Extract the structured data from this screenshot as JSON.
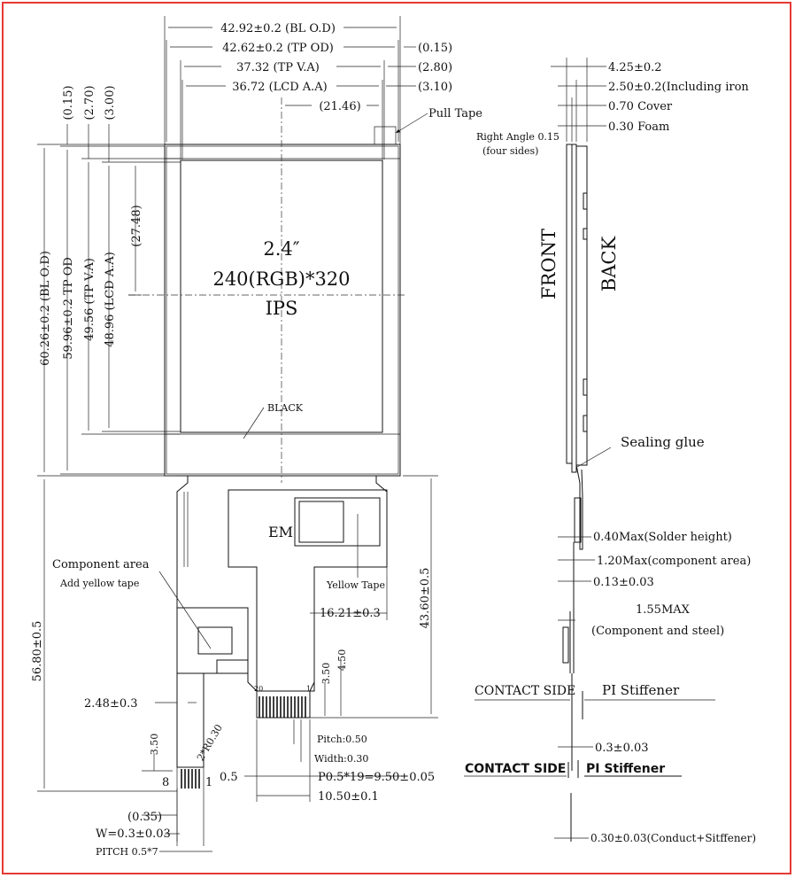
{
  "front_view": {
    "dims_top": [
      "42.92±0.2 (BL O.D)",
      "42.62±0.2 (TP OD)",
      "37.32 (TP V.A)",
      "36.72 (LCD A.A)",
      "(21.46)"
    ],
    "dims_top_right": [
      "(0.15)",
      "(2.80)",
      "(3.10)"
    ],
    "dims_left_top": [
      "(0.15)",
      "(2.70)",
      "(3.00)"
    ],
    "dims_left": [
      "60.26±0.2 (BL O.D)",
      "59.96±0.2 TP OD",
      "49.56 (TP V.A)",
      "48.96 (LCD A.A)",
      "(27.48)"
    ],
    "pull_tape": "Pull Tape",
    "size": "2.4″",
    "resolution": "240(RGB)*320",
    "panel_type": "IPS",
    "black": "BLACK"
  },
  "fpc": {
    "component_area": "Component area",
    "add_tape": "Add yellow tape",
    "em": "EM",
    "yellow_tape": "Yellow Tape",
    "dim_1621": "16.21±0.3",
    "dim_4360": "43.60±0.5",
    "dim_5680": "56.80±0.5",
    "dim_248": "2.48±0.3",
    "dim_350": "3.50",
    "dim_450": "4.50",
    "dim_350b": "3.50",
    "radius": "2*R0.30",
    "pitch": "Pitch:0.50",
    "width": "Width:0.30",
    "p05": "0.5",
    "p19": "P0.5*19=9.50±0.05",
    "w1050": "10.50±0.1",
    "pin20": "20",
    "pin1": "1",
    "pin1b": "1",
    "pin8": "8",
    "d035": "(0.35)",
    "w03": "W=0.3±0.03",
    "pitch57": "PITCH 0.5*7"
  },
  "side_view": {
    "t425": "4.25±0.2",
    "t250": "2.50±0.2(Including iron",
    "cover": "0.70 Cover",
    "foam": "0.30 Foam",
    "right_angle": "Right Angle 0.15",
    "four_sides": "(four sides)",
    "front": "FRONT",
    "back": "BACK",
    "sealing": "Sealing glue",
    "solder": "0.40Max(Solder height)",
    "comp": "1.20Max(component area)",
    "t013": "0.13±0.03",
    "t155": "1.55MAX",
    "steel": "(Component and steel)",
    "contact1": "CONTACT SIDE",
    "stiff1": "PI Stiffener",
    "t03": "0.3±0.03",
    "contact2": "CONTACT SIDE",
    "stiff2": "PI Stiffener",
    "t030": "0.30±0.03(Conduct+Sitffener)"
  }
}
